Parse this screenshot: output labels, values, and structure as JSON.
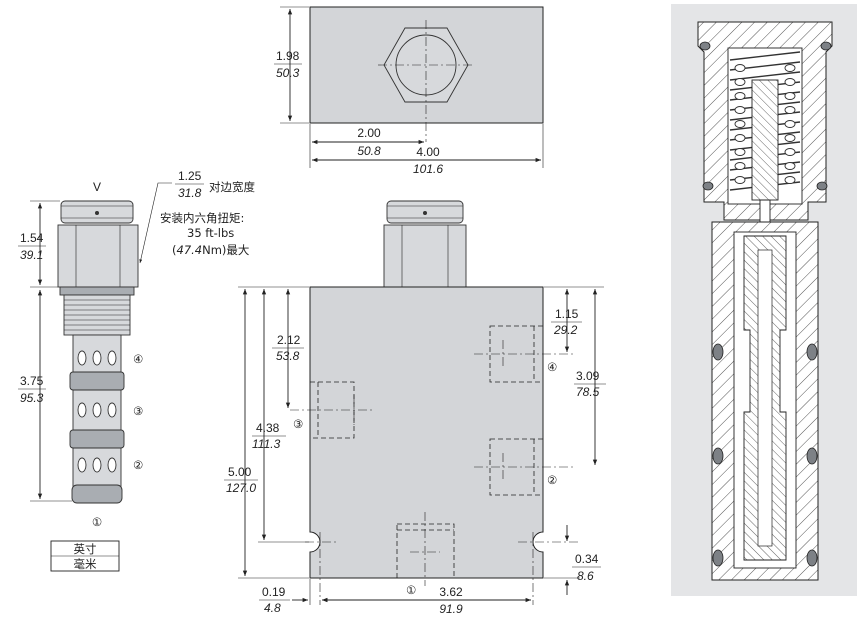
{
  "cartridge_view": {
    "top_label": "V",
    "hex_width": {
      "inch": "1.25",
      "mm": "31.8"
    },
    "hex_width_caption": "对边宽度",
    "torque_caption": "安装内六角扭矩:",
    "torque_value": "35 ft-lbs",
    "torque_metric_num": "47.4",
    "torque_metric_unit": "Nm)最大",
    "torque_open": "(",
    "height_hex": {
      "inch": "1.54",
      "mm": "39.1"
    },
    "length": {
      "inch": "3.75",
      "mm": "95.3"
    },
    "ports": [
      "④",
      "③",
      "②",
      "①"
    ],
    "legend": {
      "top": "英寸",
      "bottom": "毫米"
    }
  },
  "top_view": {
    "height": {
      "inch": "1.98",
      "mm": "50.3"
    },
    "center": {
      "inch": "2.00",
      "mm": "50.8"
    },
    "width": {
      "inch": "4.00",
      "mm": "101.6"
    }
  },
  "front_view": {
    "port2_from_top": {
      "inch": "2.12",
      "mm": "53.8"
    },
    "port3_from_top": {
      "inch": "4.38",
      "mm": "111.3"
    },
    "total_height": {
      "inch": "5.00",
      "mm": "127.0"
    },
    "port4_from_top": {
      "inch": "1.15",
      "mm": "29.2"
    },
    "port2_right": {
      "inch": "3.09",
      "mm": "78.5"
    },
    "hole_from_bottom": {
      "inch": "0.34",
      "mm": "8.6"
    },
    "hole_from_left": {
      "inch": "0.19",
      "mm": "4.8"
    },
    "hole_spacing": {
      "inch": "3.62",
      "mm": "91.9"
    },
    "port_labels": [
      "④",
      "③",
      "②",
      "①"
    ]
  },
  "colors": {
    "line": "#222222",
    "body": "#d3d5d8",
    "section_bg": "#e4e5e7"
  }
}
